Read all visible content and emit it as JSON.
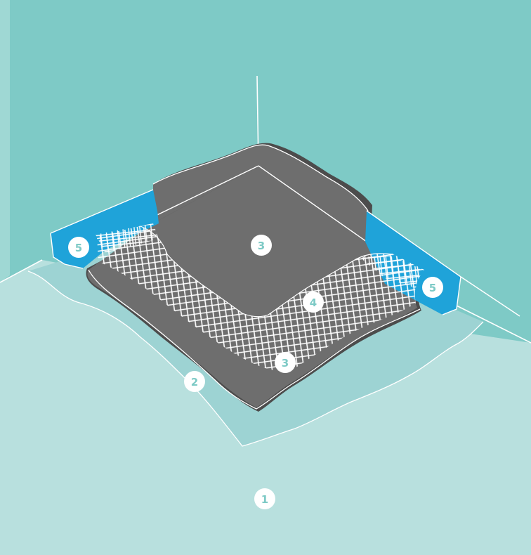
{
  "colors": {
    "wall": "#7ecac6",
    "wall_left_strip": "#9fd8d4",
    "floor": "#b8e0de",
    "primer_layer": "#9dd3d3",
    "membrane": "#6e6e6e",
    "membrane_shadow": "#4c4c4c",
    "sealing_tape": "#1fa3d9",
    "line": "#ffffff",
    "badge_text": "#7ecac6"
  },
  "labels": {
    "floor_substrate": "1",
    "primer": "2",
    "membrane_wall": "3",
    "membrane_floor": "3",
    "reinforcement_mesh": "4",
    "tape_left": "5",
    "tape_right": "5"
  }
}
